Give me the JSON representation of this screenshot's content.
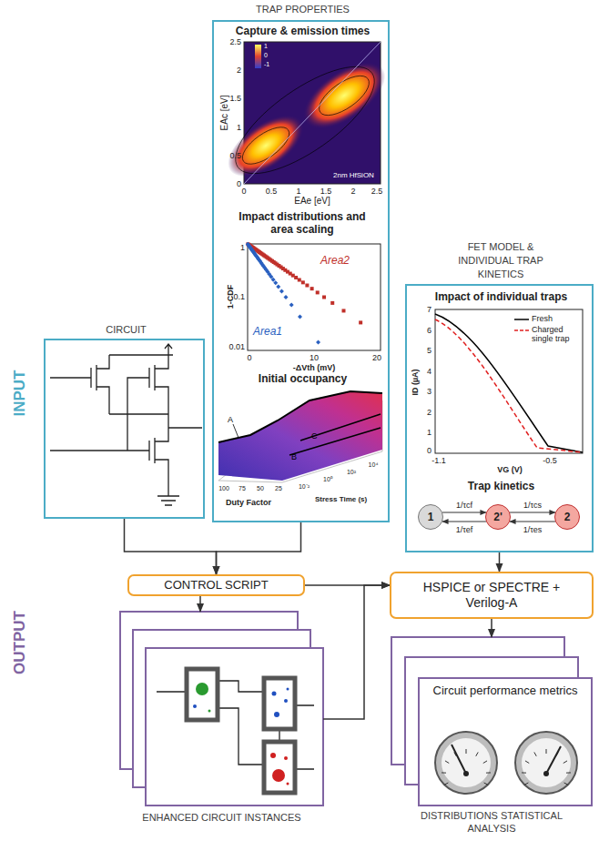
{
  "diagram": {
    "nodes": [
      {
        "text": [
          "CIRCUIT"
        ]
      },
      {
        "text": [
          "TRAP PROPERTIES",
          "Capture & emission times",
          "Impact distributions and area scaling",
          "Initial occupancy"
        ]
      },
      {
        "text": [
          "FET MODEL & INDIVIDUAL TRAP KINETICS",
          "Impact of individual traps",
          "Trap kinetics"
        ]
      },
      {
        "text": [
          "1"
        ],
        "in": 2
      },
      {
        "text": [
          "2'"
        ],
        "in": 2
      },
      {
        "text": [
          "2"
        ],
        "in": 2
      },
      {
        "text": [
          "CONTROL SCRIPT"
        ]
      },
      {
        "text": [
          "HSPICE or SPECTRE + Verilog-A"
        ]
      },
      {
        "text": [
          "ENHANCED CIRCUIT INSTANCES"
        ]
      },
      {
        "text": [
          "Circuit performance metrics",
          "DISTRIBUTIONS STATISTICAL ANALYSIS"
        ]
      }
    ],
    "edges": [
      {
        "from": 0,
        "to": 6,
        "arrow": "to"
      },
      {
        "from": 1,
        "to": 6,
        "arrow": "to"
      },
      {
        "from": 6,
        "to": 7,
        "arrow": "to"
      },
      {
        "from": 6,
        "to": 8,
        "arrow": "to"
      },
      {
        "from": 8,
        "to": 7,
        "arrow": "to"
      },
      {
        "from": 2,
        "to": 7,
        "arrow": "to"
      },
      {
        "from": 7,
        "to": 9,
        "arrow": "to"
      },
      {
        "from": 3,
        "to": 4,
        "label": "1/τcf",
        "arrow": "to"
      },
      {
        "from": 4,
        "to": 3,
        "label": "1/τef",
        "arrow": "to"
      },
      {
        "from": 4,
        "to": 5,
        "label": "1/τcs",
        "arrow": "to"
      },
      {
        "from": 5,
        "to": 4,
        "label": "1/τes",
        "arrow": "to"
      }
    ],
    "labels": [
      "INPUT",
      "OUTPUT",
      "EAc [eV]",
      "2.5",
      "2",
      "1.5",
      "1",
      "0.5",
      "0",
      "0",
      "0.5",
      "1",
      "1.5",
      "2",
      "2.5",
      "EAe [eV]",
      "2nm HfSiON",
      "1",
      "0",
      "-1",
      "1-CDF",
      "1",
      "0.1",
      "0.01",
      "Area2",
      "Area1",
      "0",
      "10",
      "20",
      "-ΔVth (mV)",
      "A",
      "B",
      "C",
      "Duty Factor",
      "Stress Time (s)",
      "100",
      "75",
      "50",
      "25",
      "10⁻²",
      "10⁰",
      "10²",
      "10⁴",
      "7",
      "6",
      "5",
      "4",
      "3",
      "2",
      "1",
      "0",
      "ID (µA)",
      "-1.1",
      "-0.5",
      "VG (V)"
    ],
    "legend": [
      {
        "text": "Fresh"
      },
      {
        "text": "Charged single trap"
      }
    ]
  }
}
